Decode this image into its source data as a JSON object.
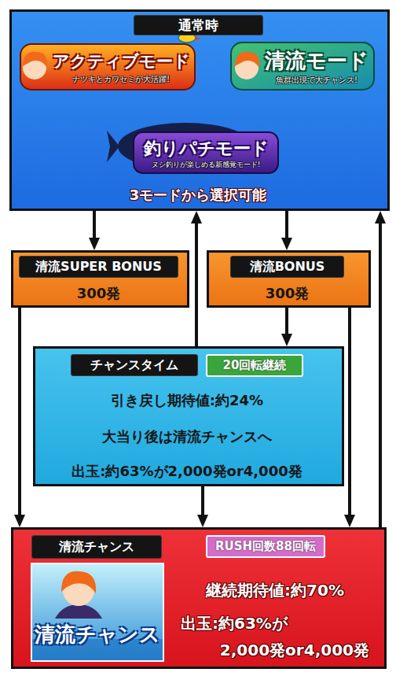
{
  "diagram": {
    "nodes": [
      {
        "text": [
          "通常時",
          "3モードから選択可能"
        ]
      },
      {
        "text": [
          "清流SUPER BONUS",
          "300発"
        ]
      },
      {
        "text": [
          "清流BONUS",
          "300発"
        ]
      },
      {
        "text": [
          "チャンスタイム",
          "引き戻し期待値:約24%",
          "大当り後は清流チャンスへ",
          "出玉:約63%が2,000発or4,000発"
        ]
      },
      {
        "text": [
          "20回転継続"
        ],
        "in": 3
      },
      {
        "text": [
          "清流チャンス",
          "継続期待値:約70%",
          "出玉:約63%が 2,000発or4,000発"
        ]
      },
      {
        "text": [
          "RUSH回数88回転"
        ],
        "in": 5
      }
    ],
    "edges": [
      {
        "from": 0,
        "to": 1,
        "arrow": "to"
      },
      {
        "from": 0,
        "to": 2,
        "arrow": "to"
      },
      {
        "from": 2,
        "to": 3,
        "arrow": "to"
      },
      {
        "from": 3,
        "to": 0,
        "arrow": "to"
      },
      {
        "from": 3,
        "to": 5,
        "arrow": "to"
      },
      {
        "from": 1,
        "to": 5,
        "arrow": "to"
      },
      {
        "from": 2,
        "to": 5,
        "arrow": "to"
      },
      {
        "from": 5,
        "to": 0,
        "arrow": "to"
      }
    ],
    "labels": [
      "アクティブモード",
      "ナツキとカワセミが大活躍!",
      "清流モード",
      "魚群出現で大チャンス!",
      "釣りパチモード",
      "ヌシ釣りが楽しめる新感覚モード!",
      "清流チャンス"
    ]
  }
}
